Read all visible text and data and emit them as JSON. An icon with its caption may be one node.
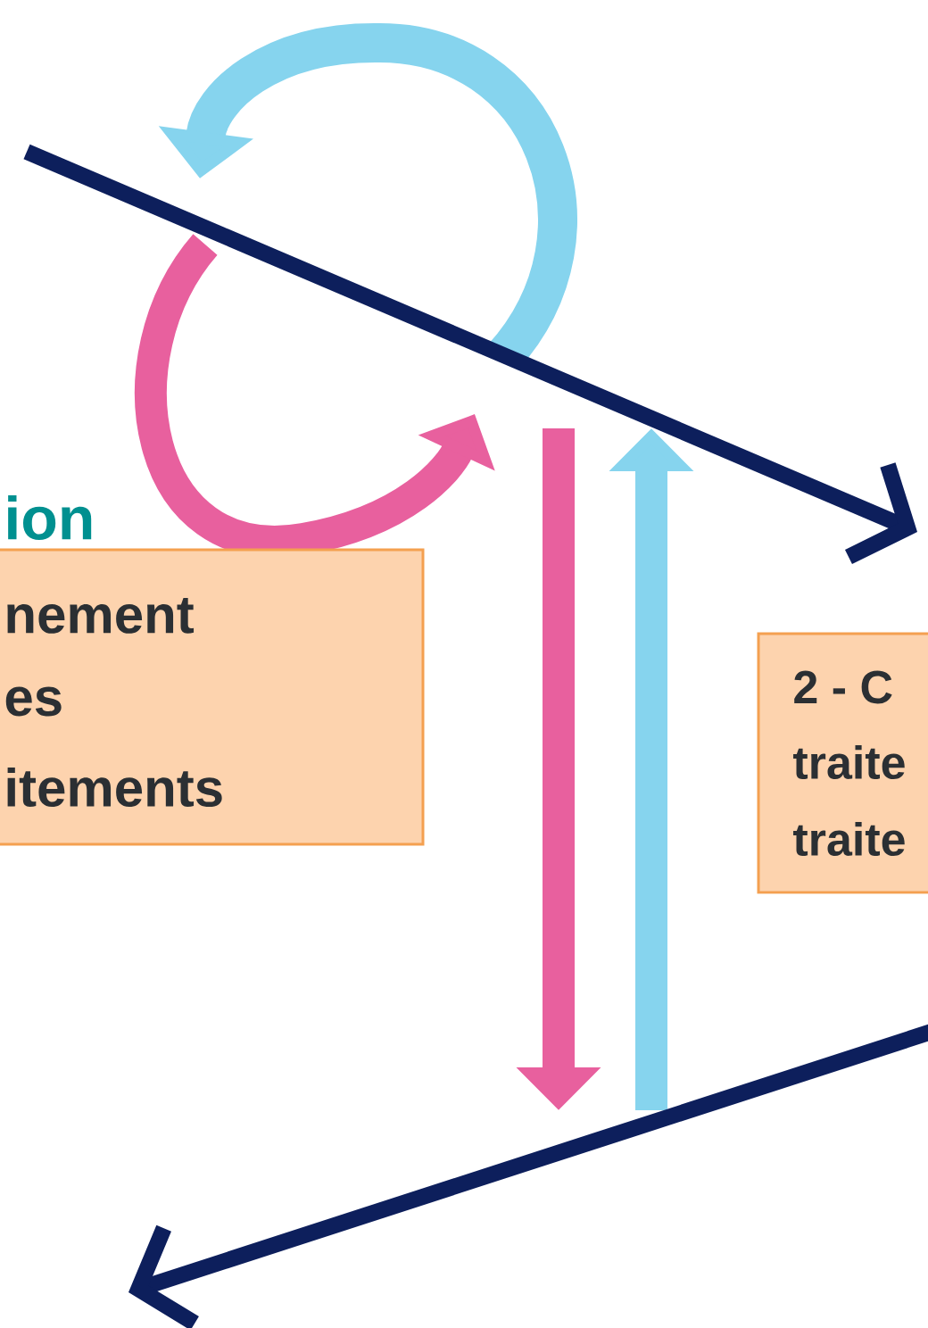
{
  "diagram": {
    "nodes": [
      {
        "text": [
          "ion",
          "nement",
          "es",
          "itements"
        ]
      },
      {
        "text": [
          "2 - C",
          "traite",
          "traite"
        ]
      }
    ]
  }
}
